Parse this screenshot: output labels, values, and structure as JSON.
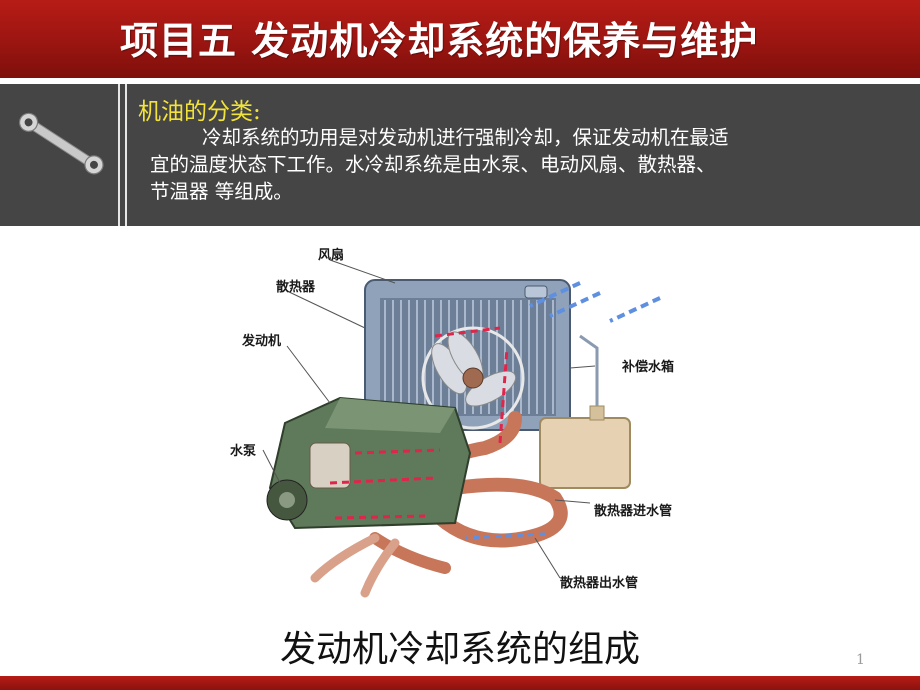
{
  "slide": {
    "title": "项目五  发动机冷却系统的保养与维护",
    "section_heading": "机油的分类:",
    "paragraph_line1": "冷却系统的功用是对发动机进行强制冷却，保证发动机在最适",
    "paragraph_line2": "宜的温度状态下工作。水冷却系统是由水泵、电动风扇、散热器、",
    "paragraph_line3": "节温器 等组成。",
    "caption": "发动机冷却系统的组成",
    "page_number": "1"
  },
  "diagram_labels": {
    "fan": "风扇",
    "radiator": "散热器",
    "engine": "发动机",
    "water_pump": "水泵",
    "expansion_tank": "补偿水箱",
    "radiator_inlet": "散热器进水管",
    "radiator_outlet": "散热器出水管"
  },
  "colors": {
    "title_bar": "#9b1511",
    "band": "#454545",
    "heading": "#f2e33a",
    "engine_block": "#5f7a5a",
    "radiator": "#8fa2b9",
    "hose": "#c8765a",
    "flow_arrow": "#e0244a",
    "air_arrow": "#5f8fe0"
  }
}
